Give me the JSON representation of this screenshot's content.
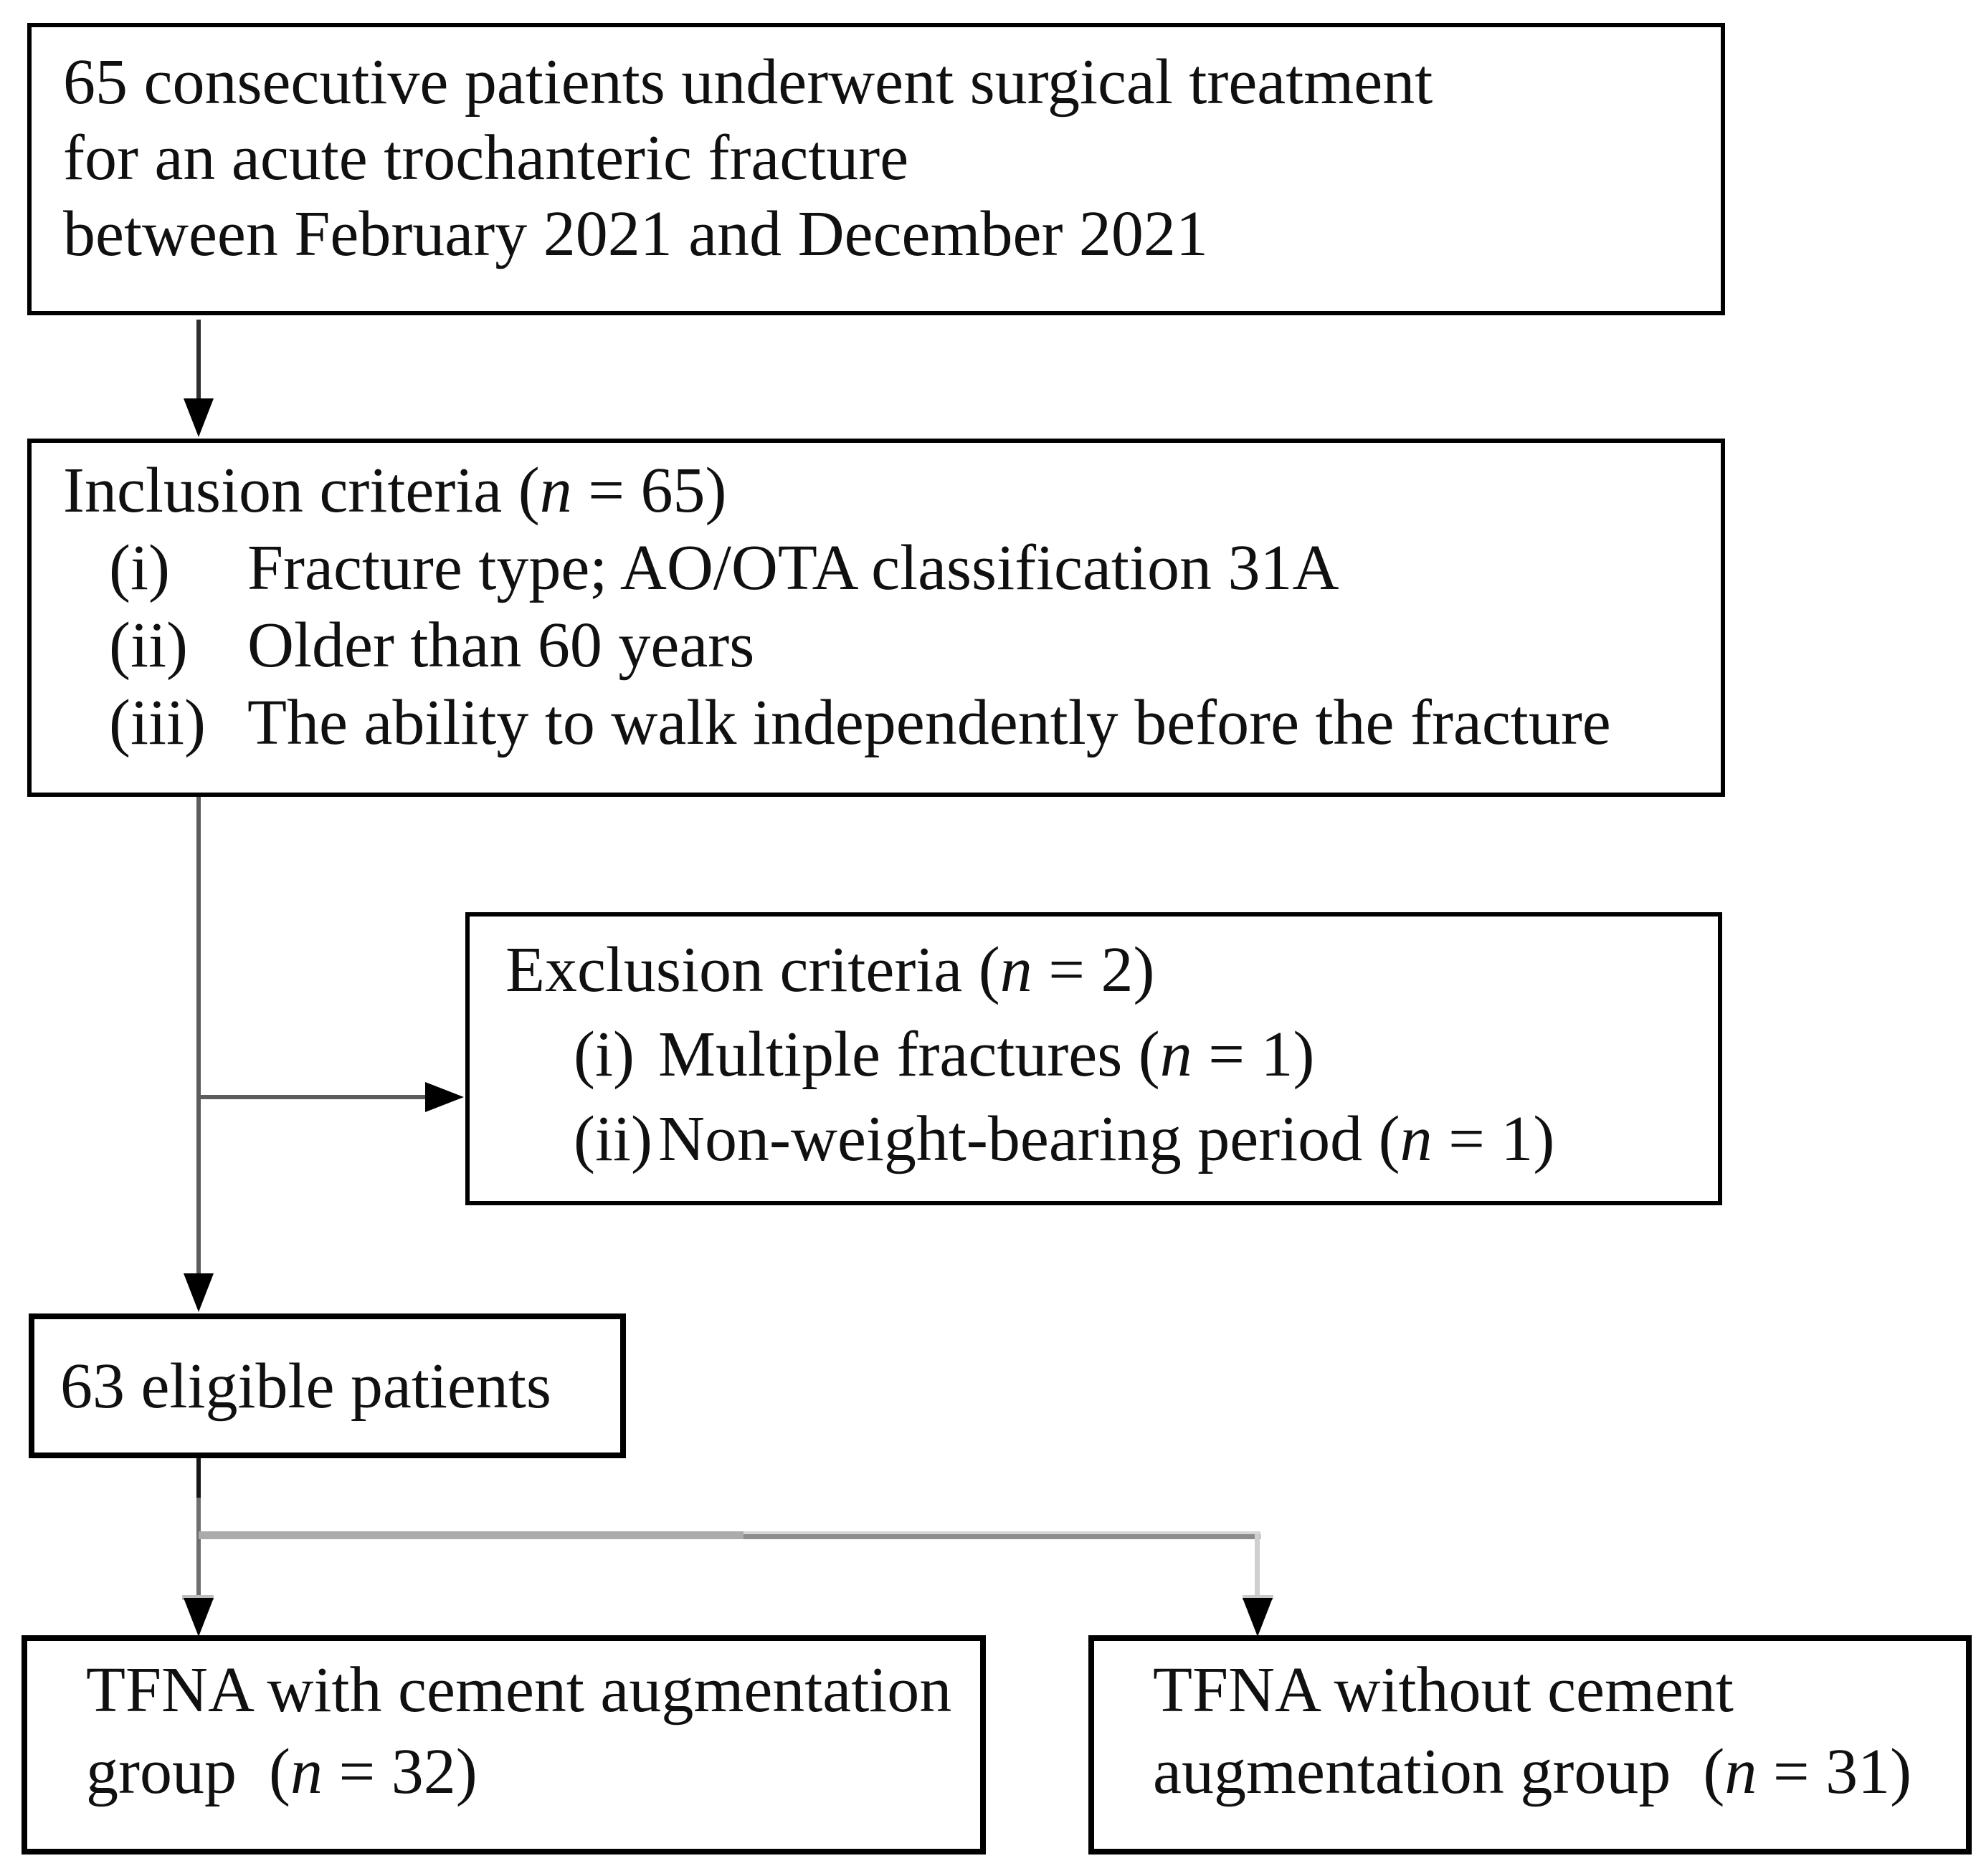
{
  "diagram": {
    "enrollment": {
      "lines": [
        "65 consecutive patients underwent surgical treatment",
        "for an acute trochanteric fracture",
        "between February 2021 and December 2021"
      ]
    },
    "inclusion": {
      "title": {
        "pre": "Inclusion criteria (",
        "var": "n",
        "post": " = 65)"
      },
      "items": [
        {
          "num": "(i)",
          "pre": "Fracture type; AO/OTA classification 31A",
          "var": "",
          "post": ""
        },
        {
          "num": "(ii)",
          "pre": "Older than 60 years",
          "var": "",
          "post": ""
        },
        {
          "num": "(iii)",
          "pre": "The ability to walk independently before the fracture",
          "var": "",
          "post": ""
        }
      ]
    },
    "exclusion": {
      "title": {
        "pre": "Exclusion criteria (",
        "var": "n",
        "post": " = 2)"
      },
      "items": [
        {
          "num": "(i)",
          "pre": "Multiple fractures (",
          "var": "n",
          "post": " = 1)"
        },
        {
          "num": "(ii)",
          "pre": "Non-weight-bearing period (",
          "var": "n",
          "post": " = 1)"
        }
      ]
    },
    "eligible": {
      "text": "63 eligible patients"
    },
    "group_cement": {
      "line1": "TFNA with cement augmentation",
      "line2": {
        "pre": "group  (",
        "var": "n",
        "post": " = 32)"
      }
    },
    "group_no_cement": {
      "line1": "TFNA without cement",
      "line2": {
        "pre": "augmentation group  (",
        "var": "n",
        "post": " = 31)"
      }
    },
    "colors": {
      "border": "#000000",
      "text": "#101010",
      "connector_dark": "#2f2f2f",
      "connector_mid": "#5c5c5c",
      "band_gray_left": "#ababab",
      "band_gray_right": "#8d8d8d",
      "band_gray_highlight": "#d6d6d6",
      "connector_light": "#cfcfcf",
      "arrowhead": "#000000"
    }
  }
}
